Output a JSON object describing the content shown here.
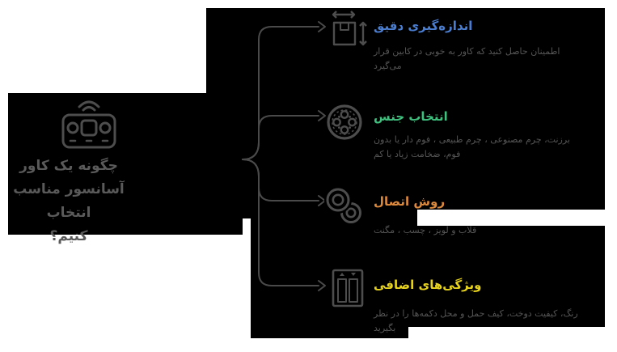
{
  "page": {
    "background": "#ffffff",
    "panel_color": "#000000",
    "connector_color": "#4a4a4a",
    "icon_color": "#4d4d4d",
    "description_color": "#555555",
    "main_title_color": "#5a5a5a"
  },
  "main_card": {
    "title": "چگونه یک کاور\nآسانسور مناسب انتخاب\nکنیم؟",
    "icon": "remote-control-icon"
  },
  "items": [
    {
      "title": "اندازه‌گیری دقیق",
      "title_color": "#4a7ed3",
      "description": "اطمینان حاصل کنید که کاور به خوبی در کابین قرار\nمی‌گیرد",
      "icon": "measurement-box-icon"
    },
    {
      "title": "انتخاب جنس",
      "title_color": "#3fc07e",
      "description": "برزنت، چرم مصنوعی ، چرم طبیعی ، فوم دار یا بدون\nفوم، ضخامت زیاد یا کم",
      "icon": "button-material-icon"
    },
    {
      "title": "روش اتصال",
      "title_color": "#de8a3d",
      "description": "قلاب و لویز ، چسب ، مگنت",
      "icon": "linked-rings-icon"
    },
    {
      "title": "ویژگی‌های اضافی",
      "title_color": "#e7d31d",
      "description": "رنگ، کیفیت دوخت، کیف حمل و محل دکمه‌ها را در نظر\nبگیرید",
      "icon": "elevator-icon"
    }
  ]
}
